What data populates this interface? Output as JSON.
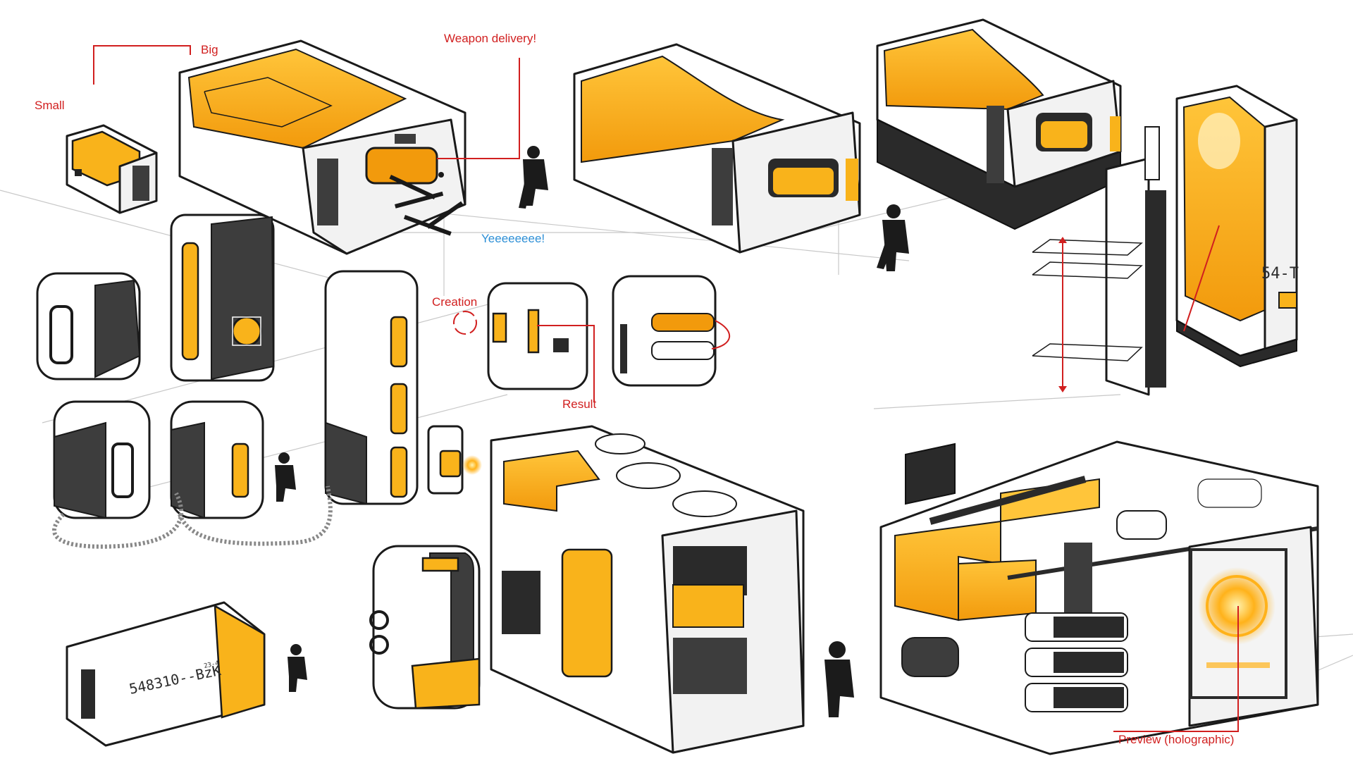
{
  "annotations": {
    "small": "Small",
    "big": "Big",
    "weapon_delivery": "Weapon delivery!",
    "yeee": "Yeeeeeeee!",
    "creation": "Creation",
    "result": "Result",
    "preview": "Preview (holographic)"
  },
  "stamps": {
    "tower_code": "54-T",
    "crate_code": "548310--BzK",
    "crate_superscript": "23-4"
  },
  "colors": {
    "accent_amber": "#f9b31b",
    "annotation_red": "#d11f1f",
    "annotation_blue": "#2d8fd6",
    "panel_dark": "#3d3d3d"
  }
}
